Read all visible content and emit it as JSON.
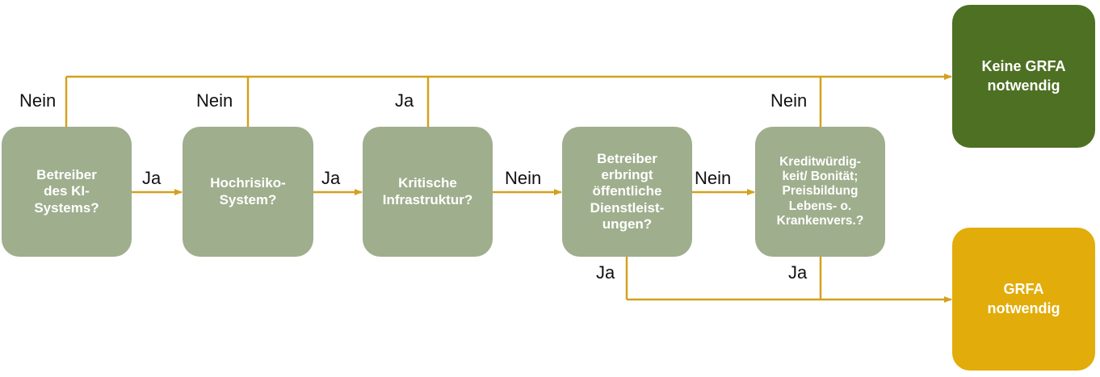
{
  "colors": {
    "decision_fill": "#9fae8d",
    "no_outcome_fill": "#4e7023",
    "yes_outcome_fill": "#e2ac0a",
    "connector": "#d3a11d"
  },
  "nodes": {
    "betreiber": "Betreiber\ndes KI-\nSystems?",
    "hochrisiko": "Hochrisiko-\nSystem?",
    "kritisch": "Kritische\nInfrastruktur?",
    "oeffentlich": "Betreiber\nerbringt\nöffentliche\nDienstleist-\nungen?",
    "kredit": "Kreditwürdig-\nkeit/ Bonität;\nPreisbildung\nLebens- o.\nKrankenvers.?",
    "keine_grfa": "Keine GRFA\nnotwendig",
    "grfa": "GRFA\nnotwendig"
  },
  "edge_labels": {
    "betreiber_up": "Nein",
    "hochrisiko_up": "Nein",
    "kritisch_up": "Ja",
    "kredit_up": "Nein",
    "betreiber_to_hochrisiko": "Ja",
    "hochrisiko_to_kritisch": "Ja",
    "kritisch_to_oeffentlich": "Nein",
    "oeffentlich_to_kredit": "Nein",
    "oeffentlich_down": "Ja",
    "kredit_down": "Ja"
  }
}
